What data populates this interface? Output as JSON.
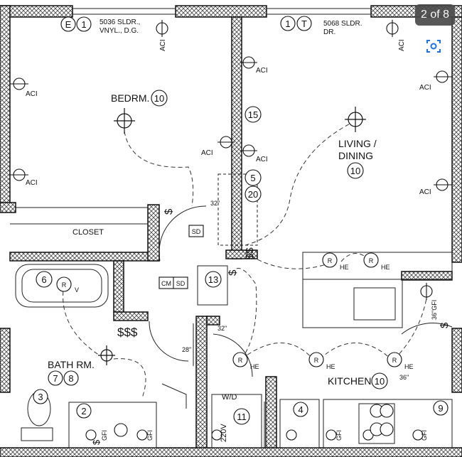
{
  "pager": {
    "label": "2 of 8"
  },
  "notes": {
    "slider_left": "5036 SLDR.,",
    "slider_left_2": "VNYL., D.G.",
    "slider_right": "5068 SLDR.",
    "slider_right_2": "DR."
  },
  "rooms": {
    "bedroom": "BEDRM.",
    "living": "LIVING /",
    "living_2": "DINING",
    "closet": "CLOSET",
    "bath": "BATH RM.",
    "kitchen": "KITCHEN",
    "wd": "W/D"
  },
  "tags": {
    "e": "E",
    "one_a": "1",
    "one_b": "1",
    "t": "T",
    "bed_10": "10",
    "fifteen": "15",
    "five": "5",
    "twenty": "20",
    "living_10": "10",
    "six": "6",
    "thirteen": "13",
    "seven": "7",
    "eight": "8",
    "three": "3",
    "two": "2",
    "eleven": "11",
    "four": "4",
    "kitchen_10": "10",
    "nine": "9"
  },
  "fixtures": {
    "aci": "ACI",
    "he": "HE",
    "r": "R",
    "v": "V",
    "sd": "SD",
    "cm": "CM",
    "gfi": "GFI",
    "gfi_36": "36\"GFI",
    "v220": "220V",
    "switch": "$",
    "switch_triple": "$$$",
    "switch_double": "$$"
  },
  "dims": {
    "d32a": "32\"",
    "d32b": "32\"",
    "d28": "28\"",
    "d36": "36\""
  }
}
